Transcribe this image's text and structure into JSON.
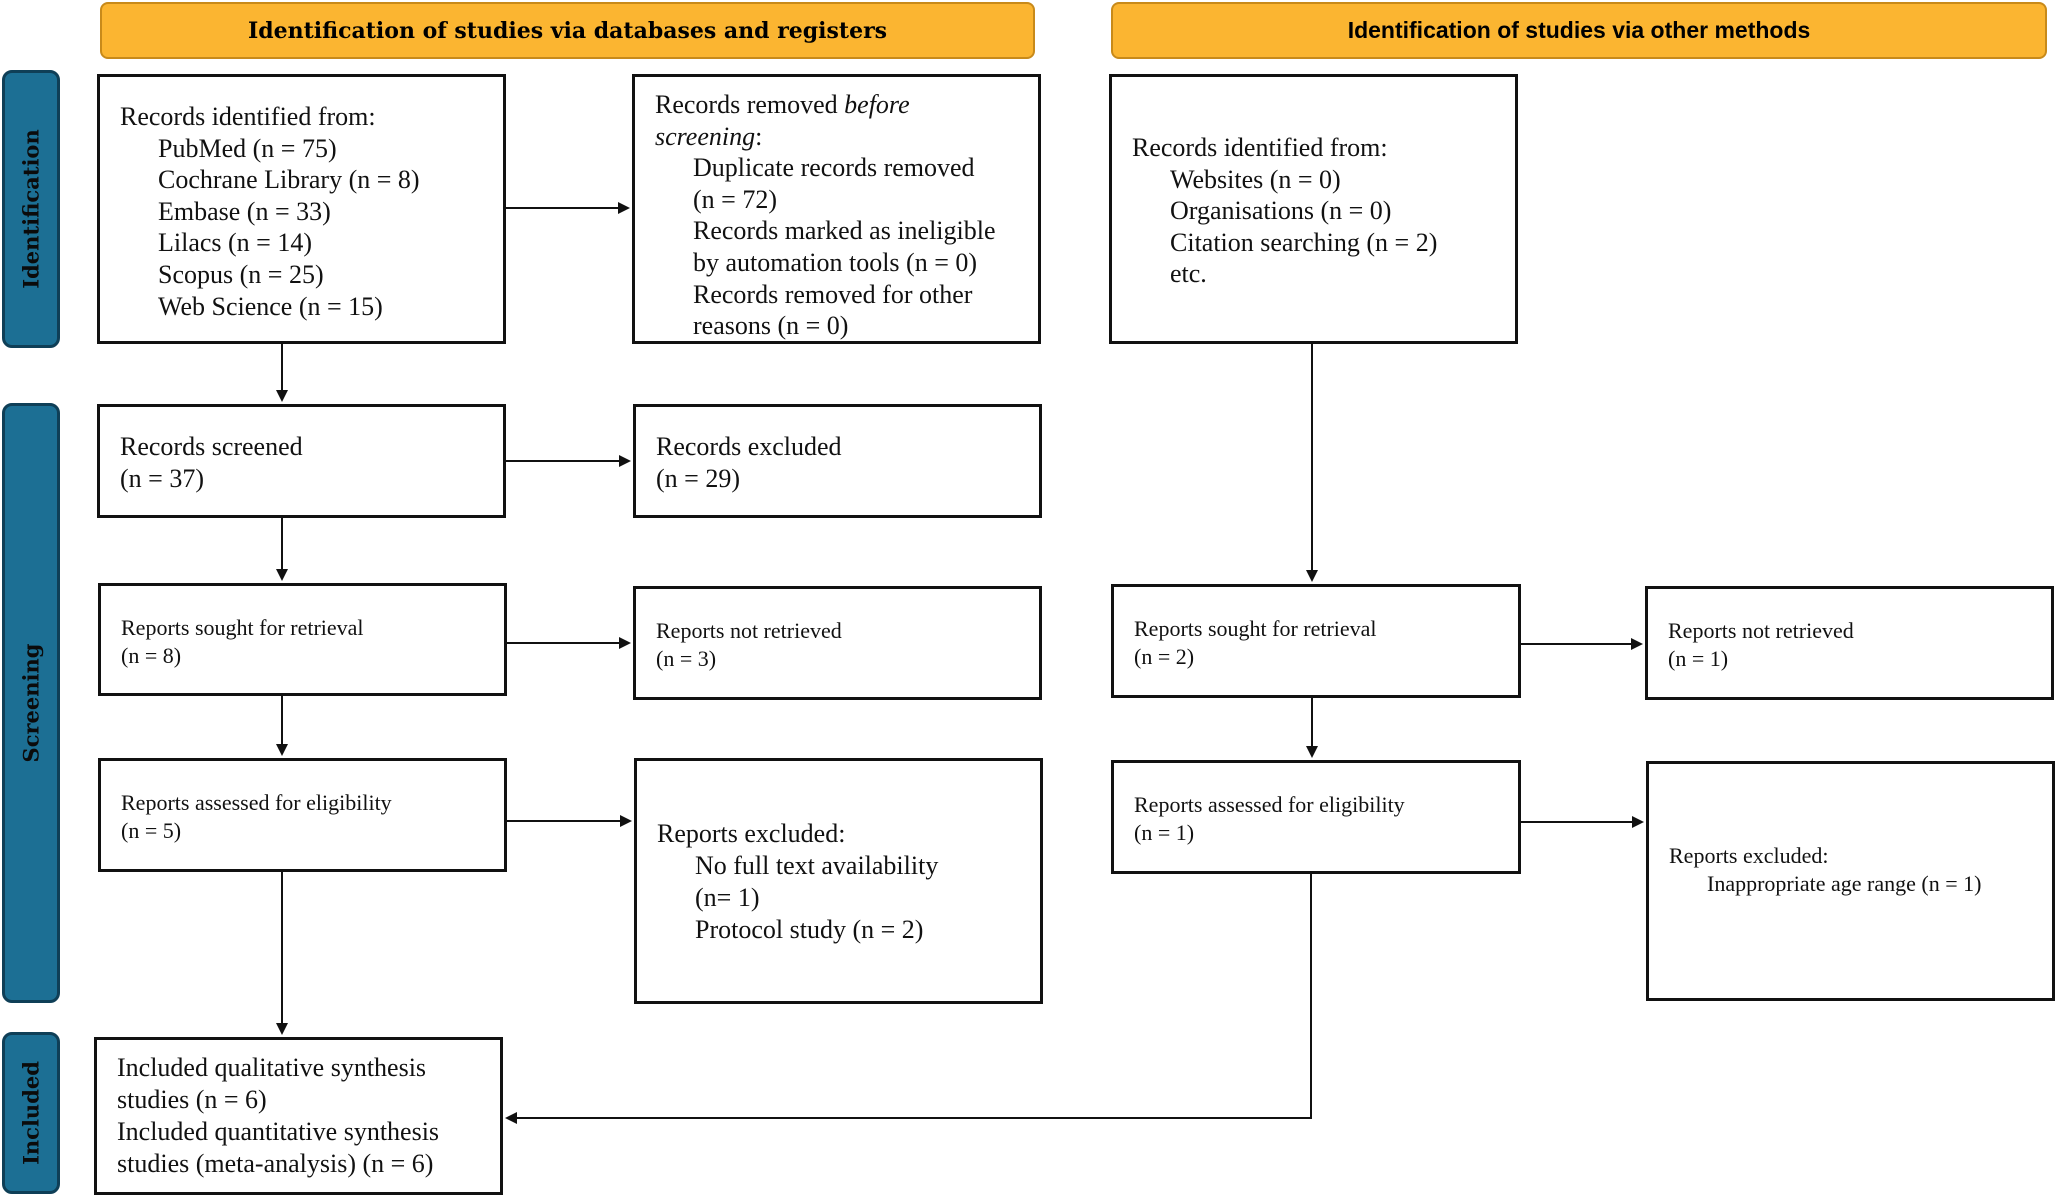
{
  "headers": {
    "databases": "Identification of studies via databases and registers",
    "other": "Identification of studies via other methods"
  },
  "phases": {
    "identification": "Identification",
    "screening": "Screening",
    "included": "Included"
  },
  "left": {
    "identified": {
      "title": "Records identified from:",
      "items": [
        "PubMed (n = 75)",
        "Cochrane Library (n = 8)",
        "Embase (n = 33)",
        "Lilacs (n = 14)",
        "Scopus (n = 25)",
        "Web Science (n = 15)"
      ]
    },
    "removed": {
      "title_pre": "Records removed ",
      "title_em": "before screening",
      "title_post": ":",
      "items": [
        "Duplicate records removed",
        "(n = 72)",
        "Records marked as ineligible",
        "by automation tools (n = 0)",
        "Records removed for other",
        "reasons (n = 0)"
      ]
    },
    "screened": {
      "line1": "Records screened",
      "line2": "(n = 37)"
    },
    "excluded": {
      "line1": "Records excluded",
      "line2": "(n = 29)"
    },
    "sought": {
      "line1": "Reports sought for retrieval",
      "line2": "(n = 8)"
    },
    "not_retrieved": {
      "line1": "Reports not retrieved",
      "line2": "(n = 3)"
    },
    "assessed": {
      "line1": "Reports assessed for eligibility",
      "line2": "(n = 5)"
    },
    "reports_excluded": {
      "title": "Reports excluded:",
      "items": [
        "No full text availability",
        "(n= 1)",
        "Protocol study (n = 2)"
      ]
    },
    "included": {
      "lines": [
        "Included qualitative synthesis",
        "studies (n = 6)",
        "Included quantitative synthesis",
        "studies (meta-analysis) (n = 6)"
      ]
    }
  },
  "right": {
    "identified": {
      "title": "Records identified from:",
      "items": [
        "Websites (n = 0)",
        "Organisations (n = 0)",
        "Citation searching (n = 2)",
        "etc."
      ]
    },
    "sought": {
      "line1": "Reports sought for retrieval",
      "line2": "(n = 2)"
    },
    "not_retrieved": {
      "line1": "Reports not retrieved",
      "line2": "(n = 1)"
    },
    "assessed": {
      "line1": "Reports assessed for eligibility",
      "line2": "(n = 1)"
    },
    "reports_excluded": {
      "title": "Reports excluded:",
      "items": [
        "Inappropriate age range (n = 1)"
      ]
    }
  },
  "colors": {
    "header_fill": "#fbb531",
    "phase_fill": "#1c6f94",
    "line": "#111111"
  }
}
